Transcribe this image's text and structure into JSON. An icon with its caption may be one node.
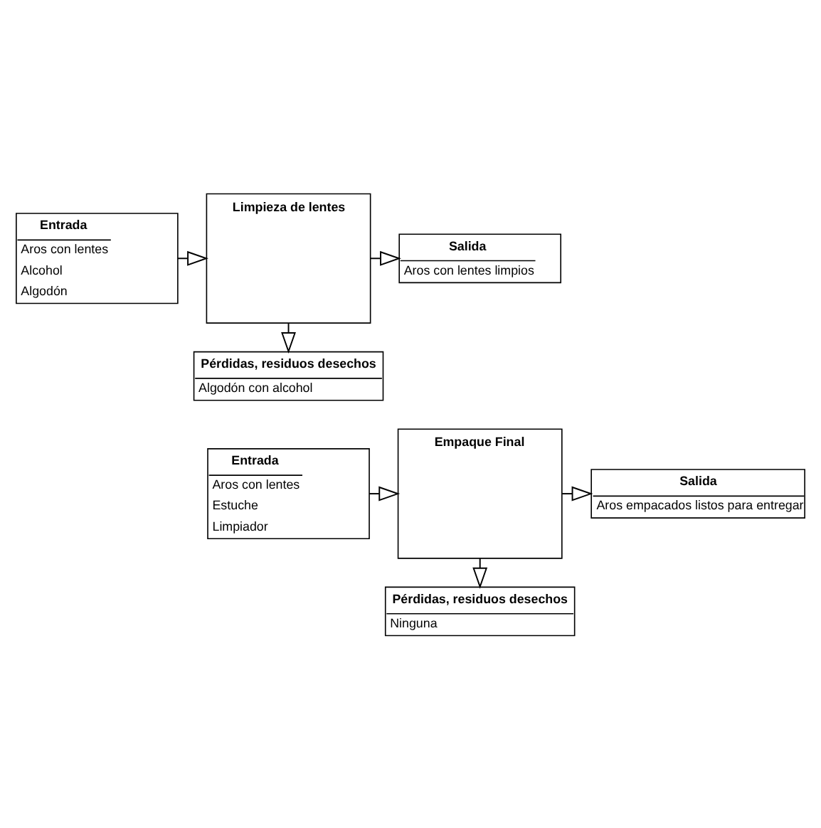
{
  "diagram": {
    "nodes": [
      {
        "text": [
          "Entrada",
          "Aros con lentes",
          "Alcohol",
          "Algodón"
        ]
      },
      {
        "text": [
          "Limpieza de lentes"
        ]
      },
      {
        "text": [
          "Salida",
          "Aros con lentes limpios"
        ]
      },
      {
        "text": [
          "Pérdidas, residuos desechos",
          "Algodón con alcohol"
        ]
      },
      {
        "text": [
          "Entrada",
          "Aros con lentes",
          "Estuche",
          "Limpiador"
        ]
      },
      {
        "text": [
          "Empaque Final"
        ]
      },
      {
        "text": [
          "Salida",
          "Aros empacados listos para entregar"
        ]
      },
      {
        "text": [
          "Pérdidas, residuos desechos",
          "Ninguna"
        ]
      }
    ],
    "edges": [
      {
        "from": 0,
        "to": 1,
        "arrow": "to"
      },
      {
        "from": 1,
        "to": 2,
        "arrow": "to"
      },
      {
        "from": 1,
        "to": 3,
        "arrow": "to"
      },
      {
        "from": 4,
        "to": 5,
        "arrow": "to"
      },
      {
        "from": 5,
        "to": 6,
        "arrow": "to"
      },
      {
        "from": 5,
        "to": 7,
        "arrow": "to"
      }
    ]
  }
}
